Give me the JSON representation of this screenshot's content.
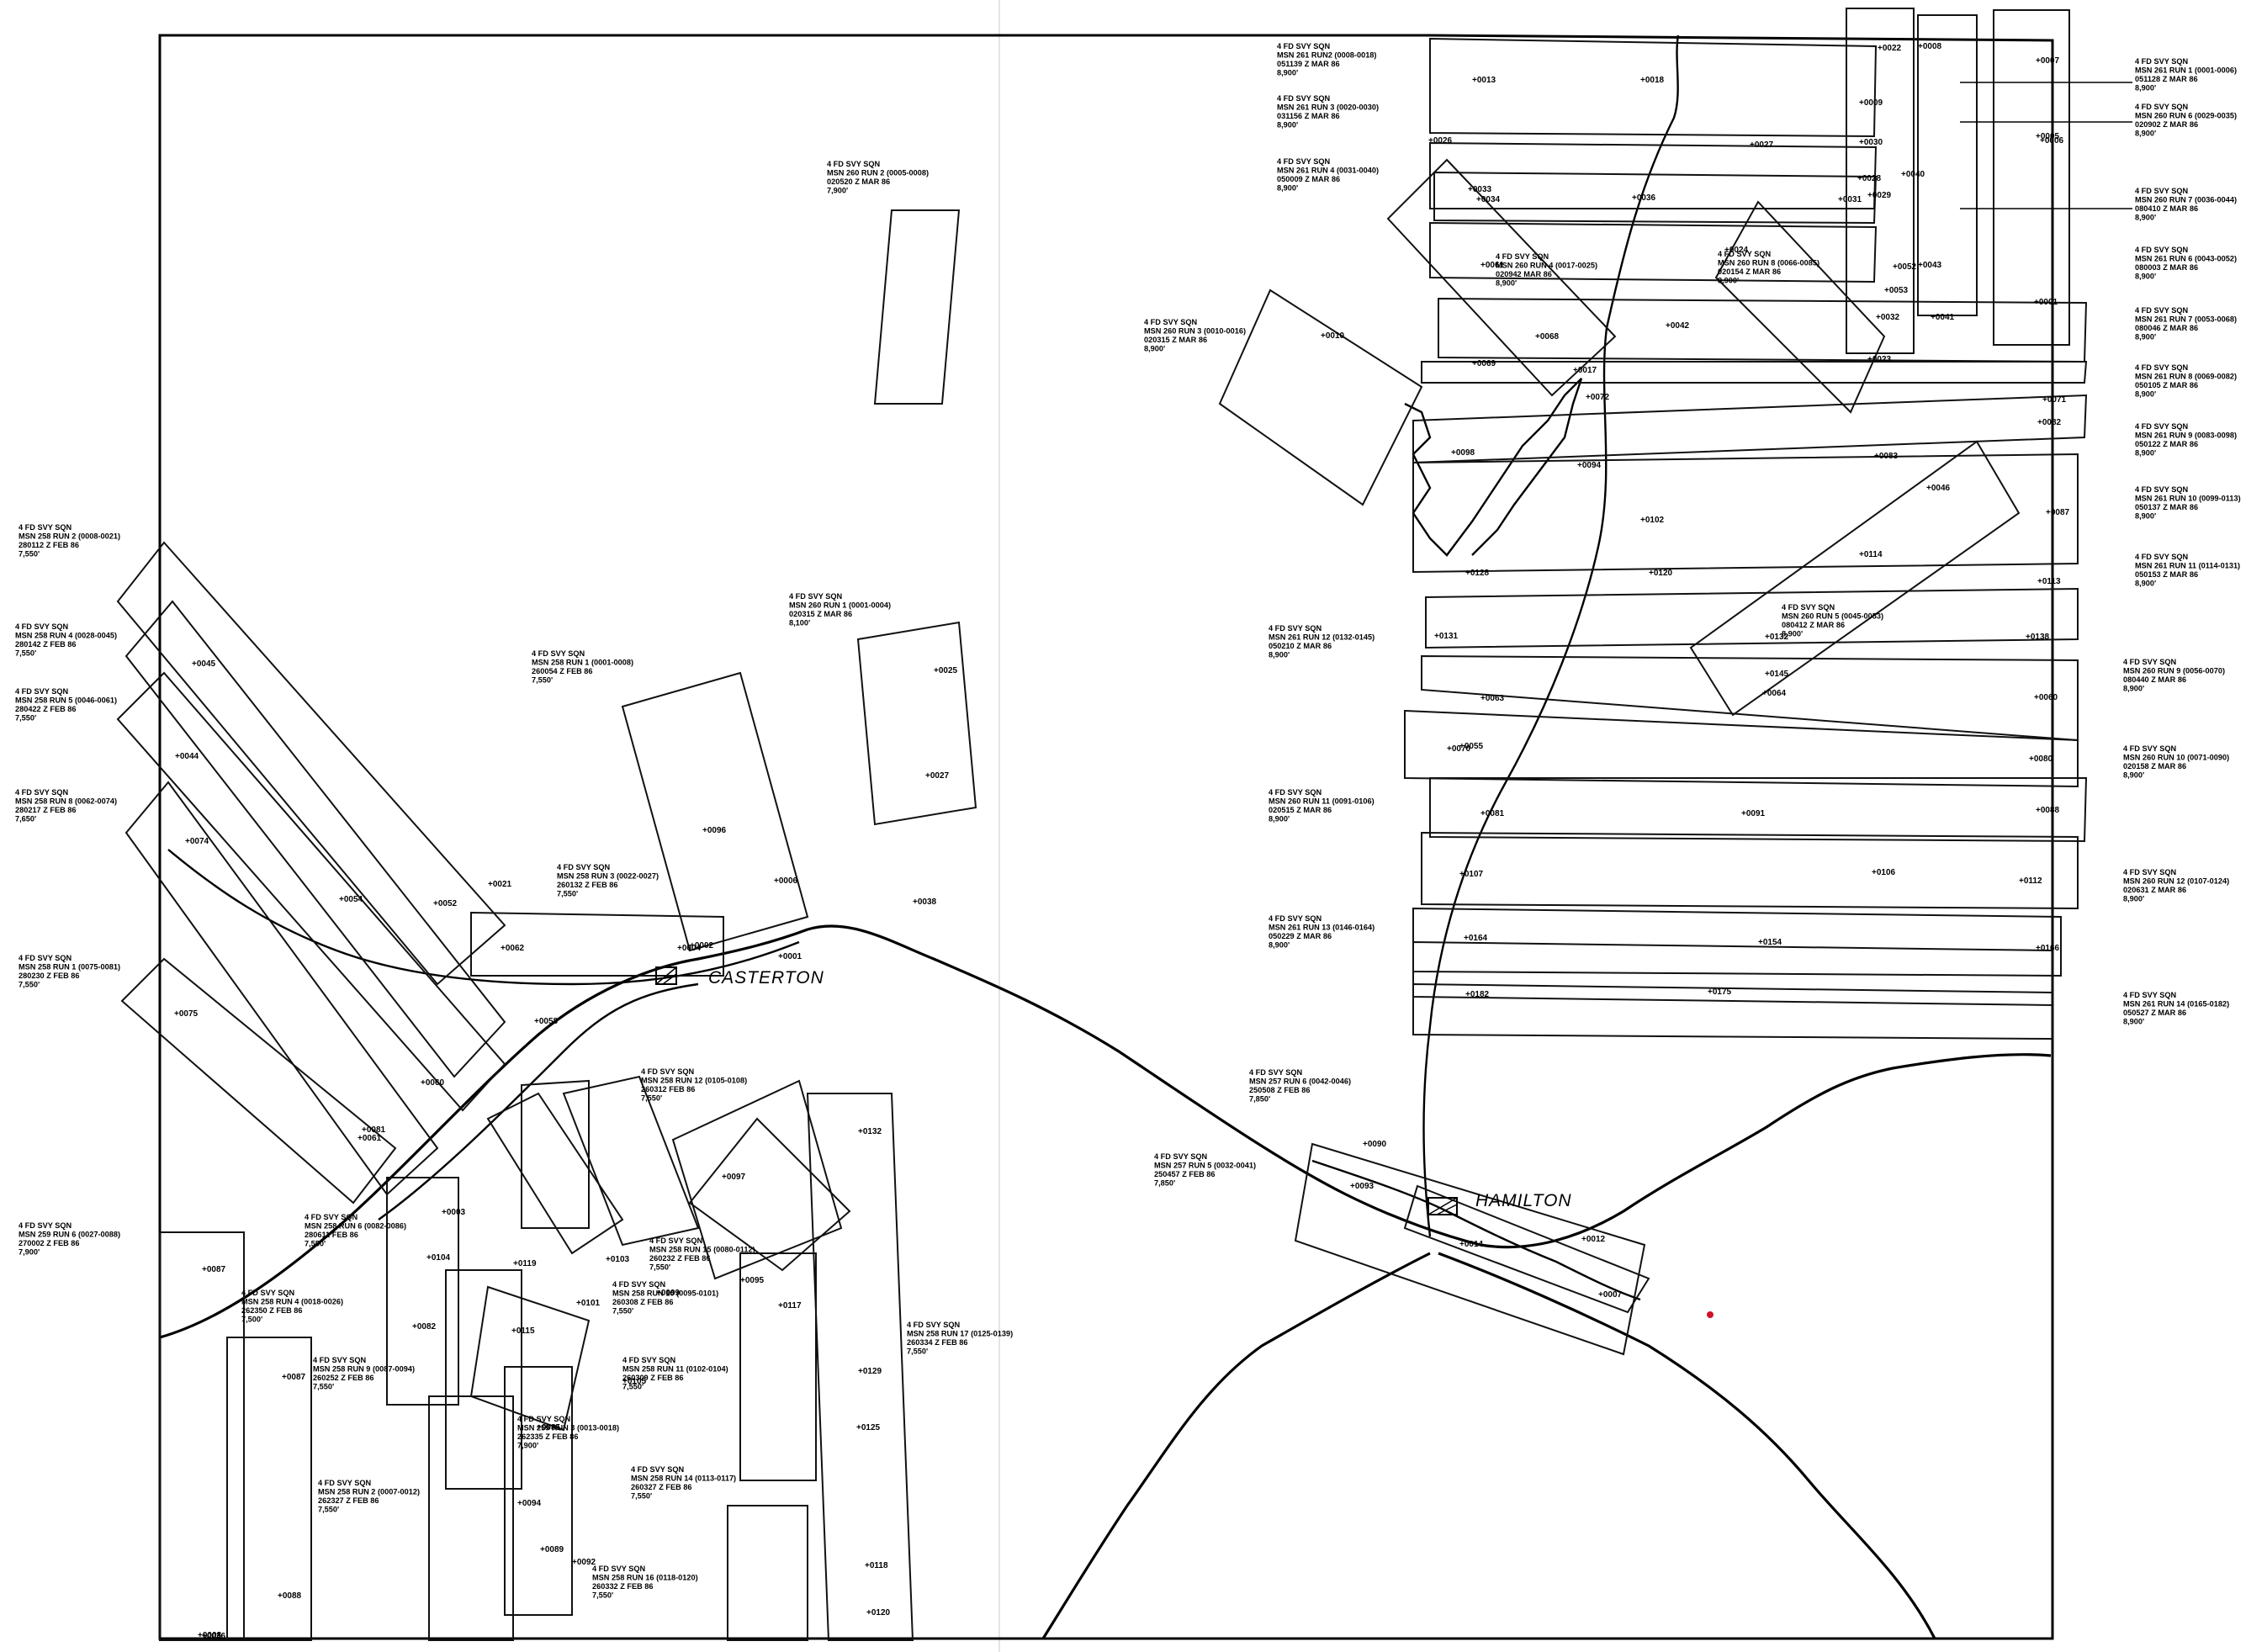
{
  "towns": {
    "casterton": "CASTERTON",
    "hamilton": "HAMILTON"
  },
  "colors": {
    "line": "#000000",
    "background": "#ffffff",
    "stain": "#d0102a"
  },
  "runs": [
    [
      "4 FD SVY SQN",
      "MSN 261 RUN2 (0008-0018)",
      "051139 Z MAR 86",
      "8,900'"
    ],
    [
      "4 FD SVY SQN",
      "MSN 261 RUN 3 (0020-0030)",
      "031156 Z MAR 86",
      "8,900'"
    ],
    [
      "4 FD SVY SQN",
      "MSN 261 RUN 4 (0031-0040)",
      "050009 Z MAR 86",
      "8,900'"
    ],
    [
      "4 FD SVY SQN",
      "MSN 260 RUN 2 (0005-0008)",
      "020520 Z MAR 86",
      "7,900'"
    ],
    [
      "4 FD SVY SQN",
      "MSN 260 RUN 4 (0017-0025)",
      "020942 MAR 86",
      "8,900'"
    ],
    [
      "4 FD SVY SQN",
      "MSN 260 RUN 8 (0066-0085)",
      "020154 Z MAR 86",
      "8,900'"
    ],
    [
      "4 FD SVY SQN",
      "MSN 260 RUN 3 (0010-0016)",
      "020315 Z MAR 86",
      "8,900'"
    ],
    [
      "4 FD SVY SQN",
      "MSN 261 RUN 1 (0001-0006)",
      "051128 Z MAR 86",
      "8,900'"
    ],
    [
      "4 FD SVY SQN",
      "MSN 260 RUN 6 (0029-0035)",
      "020902 Z MAR 86",
      "8,900'"
    ],
    [
      "4 FD SVY SQN",
      "MSN 260 RUN 7 (0036-0044)",
      "080410 Z MAR 86",
      "8,900'"
    ],
    [
      "4 FD SVY SQN",
      "MSN 261 RUN 6 (0043-0052)",
      "080003 Z MAR 86",
      "8,900'"
    ],
    [
      "4 FD SVY SQN",
      "MSN 261 RUN 7 (0053-0068)",
      "080046 Z MAR 86",
      "8,900'"
    ],
    [
      "4 FD SVY SQN",
      "MSN 261 RUN 8 (0069-0082)",
      "050105 Z MAR 86",
      "8,900'"
    ],
    [
      "4 FD SVY SQN",
      "MSN 261 RUN 9 (0083-0098)",
      "050122 Z MAR 86",
      "8,900'"
    ],
    [
      "4 FD SVY SQN",
      "MSN 261 RUN 10 (0099-0113)",
      "050137 Z MAR 86",
      "8,900'"
    ],
    [
      "4 FD SVY SQN",
      "MSN 261 RUN 11 (0114-0131)",
      "050153 Z MAR 86",
      "8,900'"
    ],
    [
      "4 FD SVY SQN",
      "MSN 258 RUN 2 (0008-0021)",
      "280112 Z FEB 86",
      "7,550'"
    ],
    [
      "4 FD SVY SQN",
      "MSN 258 RUN 4 (0028-0045)",
      "280142 Z FEB 86",
      "7,550'"
    ],
    [
      "4 FD SVY SQN",
      "MSN 258 RUN 5 (0046-0061)",
      "280422 Z FEB 86",
      "7,550'"
    ],
    [
      "4 FD SVY SQN",
      "MSN 258 RUN 8 (0062-0074)",
      "280217 Z FEB 86",
      "7,650'"
    ],
    [
      "4 FD SVY SQN",
      "MSN 258 RUN 1 (0001-0008)",
      "260054 Z FEB 86",
      "7,550'"
    ],
    [
      "4 FD SVY SQN",
      "MSN 260 RUN 1 (0001-0004)",
      "020315 Z MAR 86",
      "8,100'"
    ],
    [
      "4 FD SVY SQN",
      "MSN 261 RUN 12 (0132-0145)",
      "050210 Z MAR 86",
      "8,900'"
    ],
    [
      "4 FD SVY SQN",
      "MSN 260 RUN 5 (0045-0053)",
      "080412 Z MAR 86",
      "8,900'"
    ],
    [
      "4 FD SVY SQN",
      "MSN 260 RUN 9 (0056-0070)",
      "080440 Z MAR 86",
      "8,900'"
    ],
    [
      "4 FD SVY SQN",
      "MSN 260 RUN 10 (0071-0090)",
      "020158 Z MAR 86",
      "8,900'"
    ],
    [
      "4 FD SVY SQN",
      "MSN 260 RUN 11 (0091-0106)",
      "020515 Z MAR 86",
      "8,900'"
    ],
    [
      "4 FD SVY SQN",
      "MSN 258 RUN 3 (0022-0027)",
      "260132 Z FEB 86",
      "7,550'"
    ],
    [
      "4 FD SVY SQN",
      "MSN 261 RUN 13 (0146-0164)",
      "050229 Z MAR 86",
      "8,900'"
    ],
    [
      "4 FD SVY SQN",
      "MSN 260 RUN 12 (0107-0124)",
      "020631 Z MAR 86",
      "8,900'"
    ],
    [
      "4 FD SVY SQN",
      "MSN 261 RUN 14 (0165-0182)",
      "050527 Z MAR 86",
      "8,900'"
    ],
    [
      "4 FD SVY SQN",
      "MSN 258 RUN 1 (0075-0081)",
      "280230 Z FEB 86",
      "7,550'"
    ],
    [
      "4 FD SVY SQN",
      "MSN 258 RUN 12 (0105-0108)",
      "260312 FEB 86",
      "7,550'"
    ],
    [
      "4 FD SVY SQN",
      "MSN 257 RUN 6 (0042-0046)",
      "250508 Z FEB 86",
      "7,850'"
    ],
    [
      "4 FD SVY SQN",
      "MSN 257 RUN 5 (0032-0041)",
      "250457 Z FEB 86",
      "7,850'"
    ],
    [
      "4 FD SVY SQN",
      "MSN 259 RUN 6 (0027-0088)",
      "270002 Z FEB 86",
      "7,900'"
    ],
    [
      "4 FD SVY SQN",
      "MSN 258 RUN 6 (0082-0086)",
      "280611 FEB 86",
      "7,550'"
    ],
    [
      "4 FD SVY SQN",
      "MSN 258 RUN 15 (0080-0112)",
      "260232 Z FEB 86",
      "7,550'"
    ],
    [
      "4 FD SVY SQN",
      "MSN 258 RUN 10 (0095-0101)",
      "260308 Z FEB 86",
      "7,550'"
    ],
    [
      "4 FD SVY SQN",
      "MSN 258 RUN 4 (0018-0026)",
      "262350 Z FEB 86",
      "7,500'"
    ],
    [
      "4 FD SVY SQN",
      "MSN 258 RUN 9 (0087-0094)",
      "260252 Z FEB 86",
      "7,550'"
    ],
    [
      "4 FD SVY SQN",
      "MSN 258 RUN 11 (0102-0104)",
      "260309 Z FEB 86",
      "7,550'"
    ],
    [
      "4 FD SVY SQN",
      "MSN 259 RUN 3 (0013-0018)",
      "262335 Z FEB 86",
      "7,900'"
    ],
    [
      "4 FD SVY SQN",
      "MSN 258 RUN 17 (0125-0139)",
      "260334 Z FEB 86",
      "7,550'"
    ],
    [
      "4 FD SVY SQN",
      "MSN 258 RUN 14 (0113-0117)",
      "260327 Z FEB 86",
      "7,550'"
    ],
    [
      "4 FD SVY SQN",
      "MSN 258 RUN 2 (0007-0012)",
      "262327 Z FEB 86",
      "7,550'"
    ],
    [
      "4 FD SVY SQN",
      "MSN 258 RUN 16 (0118-0120)",
      "260332 Z FEB 86",
      "7,550'"
    ]
  ],
  "points": [
    "0013",
    "0018",
    "0009",
    "0008",
    "0007",
    "0006",
    "0005",
    "0027",
    "0030",
    "0031",
    "0040",
    "0033",
    "0034",
    "0036",
    "0026",
    "0024",
    "0022",
    "0028",
    "0029",
    "0023",
    "0001",
    "0032",
    "0042",
    "0041",
    "0043",
    "0052",
    "0053",
    "0061",
    "0068",
    "0069",
    "0072",
    "0071",
    "0082",
    "0083",
    "0087",
    "0113",
    "0114",
    "0120",
    "0128",
    "0131",
    "0132",
    "0138",
    "0145",
    "0064",
    "0063",
    "0055",
    "0060",
    "0070",
    "0080",
    "0081",
    "0091",
    "0088",
    "0106",
    "0112",
    "0107",
    "0154",
    "0164",
    "0175",
    "0182",
    "0166",
    "0046",
    "0102",
    "0098",
    "0094",
    "0017",
    "0010",
    "0045",
    "0044",
    "0074",
    "0052",
    "0054",
    "0021",
    "0062",
    "0058",
    "0060",
    "0061",
    "0075",
    "0081",
    "0087",
    "0003",
    "0004",
    "0002",
    "0006",
    "0001",
    "0025",
    "0027",
    "0038",
    "0096",
    "0119",
    "0115",
    "0132",
    "0117",
    "0129",
    "0125",
    "0118",
    "0120",
    "0101",
    "0103",
    "0105",
    "0095",
    "0097",
    "0099",
    "0104",
    "0082",
    "0087",
    "0088",
    "0085",
    "0094",
    "0089",
    "0092",
    "0090",
    "0093",
    "0014",
    "0012",
    "0007",
    "0008",
    "0036",
    "0044",
    "0032"
  ]
}
